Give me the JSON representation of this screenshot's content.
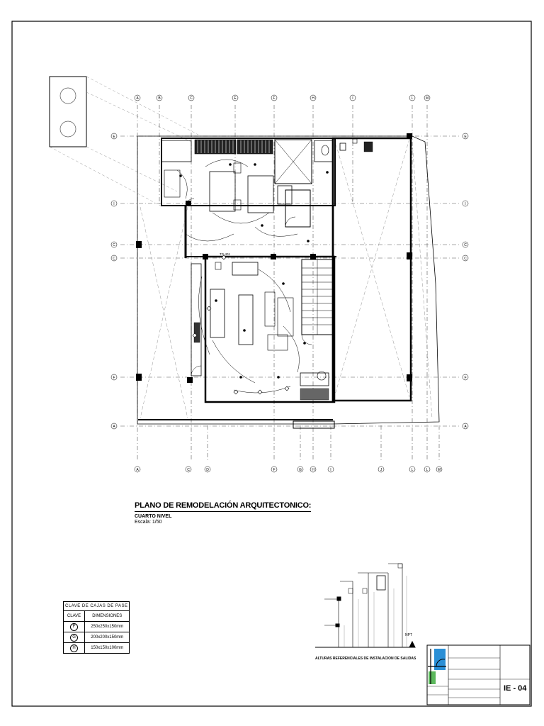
{
  "plan": {
    "title": "PLANO DE REMODELACIÓN ARQUITECTONICO:",
    "level": "CUARTO NIVEL",
    "scale": "Escala: 1/50"
  },
  "grid_labels": {
    "top": [
      "A",
      "B",
      "C",
      "E",
      "F",
      "H",
      "I",
      "L",
      "M"
    ],
    "bottom": [
      "A",
      "C",
      "D",
      "F",
      "G",
      "H",
      "I",
      "J",
      "L",
      "L",
      "M"
    ],
    "left": [
      "E",
      "I",
      "C",
      "C",
      "F",
      "A"
    ],
    "right": [
      "E",
      "I",
      "C",
      "C",
      "F",
      "A"
    ]
  },
  "room_tag": "TD-401",
  "boxes_table": {
    "title": "CLAVE DE CAJAS DE PASE",
    "columns": [
      "CLAVE",
      "DIMENSIONES"
    ],
    "rows": [
      {
        "key": "F",
        "dim": "250x250x150mm"
      },
      {
        "key": "G",
        "dim": "200x200x150mm"
      },
      {
        "key": "H",
        "dim": "150x150x100mm"
      }
    ]
  },
  "heights_diagram": {
    "title": "ALTURAS REFERENCIALES DE INSTALACION DE SALIDAS",
    "npt": "NPT"
  },
  "sheet": {
    "code": "IE - 04"
  },
  "colors": {
    "line": "#000000",
    "hidden": "#888888",
    "logo_blue": "#2a8fd6",
    "logo_green": "#5cb85c"
  }
}
